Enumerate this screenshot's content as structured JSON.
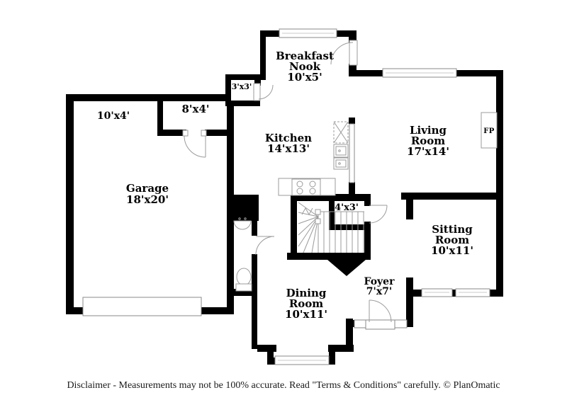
{
  "colors": {
    "background": "#ffffff",
    "wall": "#000000",
    "fixture_line": "#9b9b9b",
    "window_border": "#8a8a8a"
  },
  "rooms": {
    "garage": {
      "lines": [
        "Garage",
        "18'x20'"
      ]
    },
    "breakfast_nook": {
      "lines": [
        "Breakfast",
        "Nook",
        "10'x5'"
      ]
    },
    "kitchen": {
      "lines": [
        "Kitchen",
        "14'x13'"
      ]
    },
    "living_room": {
      "lines": [
        "Living",
        "Room",
        "17'x14'"
      ]
    },
    "sitting_room": {
      "lines": [
        "Sitting",
        "Room",
        "10'x11'"
      ]
    },
    "dining_room": {
      "lines": [
        "Dining",
        "Room",
        "10'x11'"
      ]
    },
    "foyer": {
      "lines": [
        "Foyer",
        "7'x7'"
      ]
    }
  },
  "areas": {
    "a10x4": "10'x4'",
    "a8x4": "8'x4'",
    "a3x3": "3'x3'",
    "a4x3": "4'x3'"
  },
  "fireplace_label": "FP",
  "footer": {
    "disclaimer": "Disclaimer - Measurements may not be 100% accurate. Read \"Terms & Conditions\" carefully. © PlanOmatic"
  }
}
